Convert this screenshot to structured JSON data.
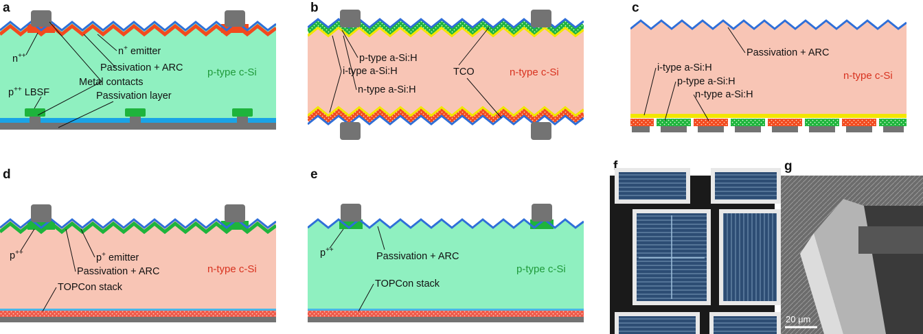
{
  "panels": {
    "a": {
      "letter": "a",
      "substrate": "p-type c-Si",
      "labels": {
        "n_pp": "n",
        "n_pp_sup": "++",
        "n_emitter": "n",
        "n_emitter_sup": "+",
        "n_emitter_rest": " emitter",
        "passivation_arc": "Passivation + ARC",
        "metal_contacts": "Metal contacts",
        "p_lbsf": "p",
        "p_lbsf_sup": "++",
        "p_lbsf_rest": " LBSF",
        "passivation_layer": "Passivation layer"
      }
    },
    "b": {
      "letter": "b",
      "substrate": "n-type c-Si",
      "labels": {
        "p_type": "p-type a-Si:H",
        "i_type": "i-type a-Si:H",
        "n_type": "n-type a-Si:H",
        "tco": "TCO"
      }
    },
    "c": {
      "letter": "c",
      "substrate": "n-type c-Si",
      "labels": {
        "passivation_arc": "Passivation + ARC",
        "i_type": "i-type a-Si:H",
        "p_type": "p-type a-Si:H",
        "n_type": "n-type a-Si:H"
      }
    },
    "d": {
      "letter": "d",
      "substrate": "n-type c-Si",
      "labels": {
        "p_pp": "p",
        "p_pp_sup": "++",
        "p_emitter": "p",
        "p_emitter_sup": "+",
        "p_emitter_rest": " emitter",
        "passivation_arc": "Passivation + ARC",
        "topcon": "TOPCon stack"
      }
    },
    "e": {
      "letter": "e",
      "substrate": "p-type c-Si",
      "labels": {
        "p_pp": "p",
        "p_pp_sup": "++",
        "passivation_arc": "Passivation + ARC",
        "topcon": "TOPCon stack"
      }
    },
    "f": {
      "letter": "f"
    },
    "g": {
      "letter": "g",
      "scale_bar": "20 μm"
    }
  },
  "colors": {
    "green_si": "#8ff0c0",
    "pink_si": "#f8c5b5",
    "blue_arc": "#2f6fd8",
    "red_emitter": "#f24a1e",
    "green_emitter": "#1eb43c",
    "metal": "#737373",
    "yellow_tco": "#f2e600",
    "text_red": "#d8321f",
    "text_green": "#1f9a3a"
  }
}
